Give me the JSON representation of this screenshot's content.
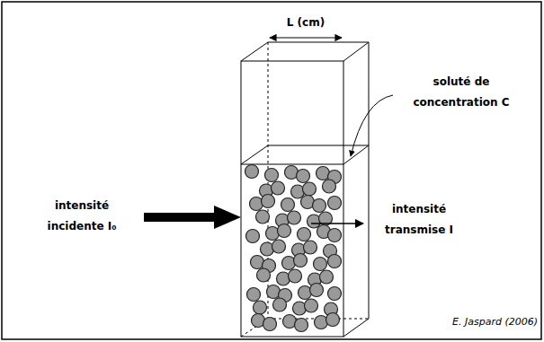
{
  "diagram": {
    "labels": [
      "L (cm)",
      "soluté de concentration C",
      "intensité incidente I₀",
      "intensité transmise I",
      "E. Jaspard (2006)"
    ]
  }
}
